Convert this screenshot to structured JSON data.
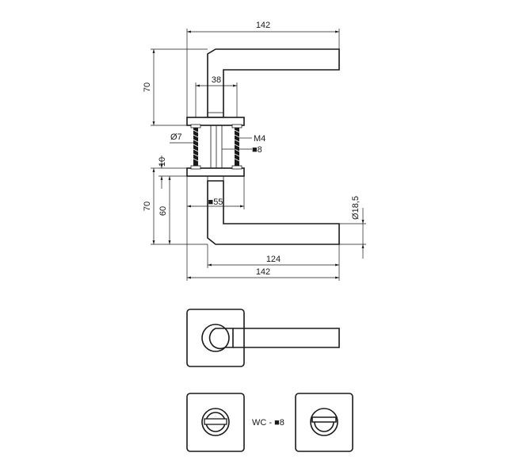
{
  "dimensions": {
    "top_width": "142",
    "top_height": "70",
    "spindle_gap": "38",
    "screw_diameter": "Ø7",
    "screw_thread": "M4",
    "spindle_square": "■8",
    "rose_thickness": "10",
    "bottom_height": "70",
    "bottom_height_inner": "60",
    "rose_square": "■55",
    "lever_diameter": "Ø18,5",
    "lever_length": "124",
    "bottom_width": "142"
  },
  "wc_label": "WC - ■8"
}
